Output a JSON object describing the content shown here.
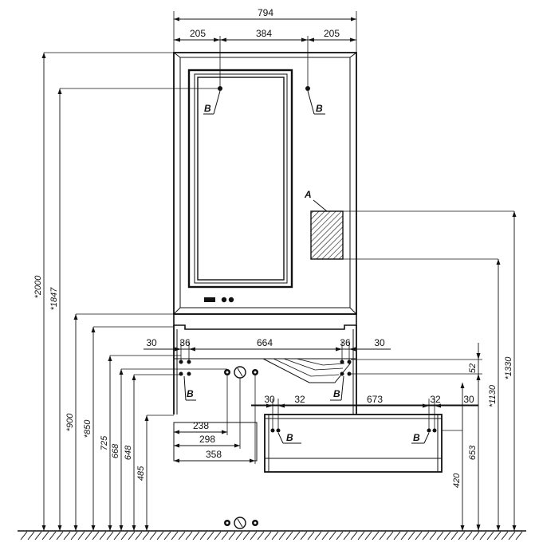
{
  "top_dimensions": {
    "overall": "794",
    "left": "205",
    "middle": "384",
    "right": "205"
  },
  "cabinet_dimensions": {
    "left_30": "30",
    "left_36": "36",
    "span_664": "664",
    "right_36": "36",
    "right_30": "30"
  },
  "drawer_dimensions": {
    "left_30": "30",
    "left_32": "32",
    "span_673": "673",
    "right_32": "32",
    "right_30": "30"
  },
  "pipe_dimensions": {
    "d238": "238",
    "d298": "298",
    "d358": "358"
  },
  "vertical_dimensions": {
    "h2000": "*2000",
    "h1847": "*1847",
    "h900": "*900",
    "h850": "*850",
    "h725": "725",
    "h668": "668",
    "h648": "648",
    "h485": "485",
    "h420": "420",
    "h653": "653",
    "h1130": "*1130",
    "h1330": "*1330",
    "h52": "52"
  },
  "labels": {
    "a": "A",
    "b": "B"
  }
}
